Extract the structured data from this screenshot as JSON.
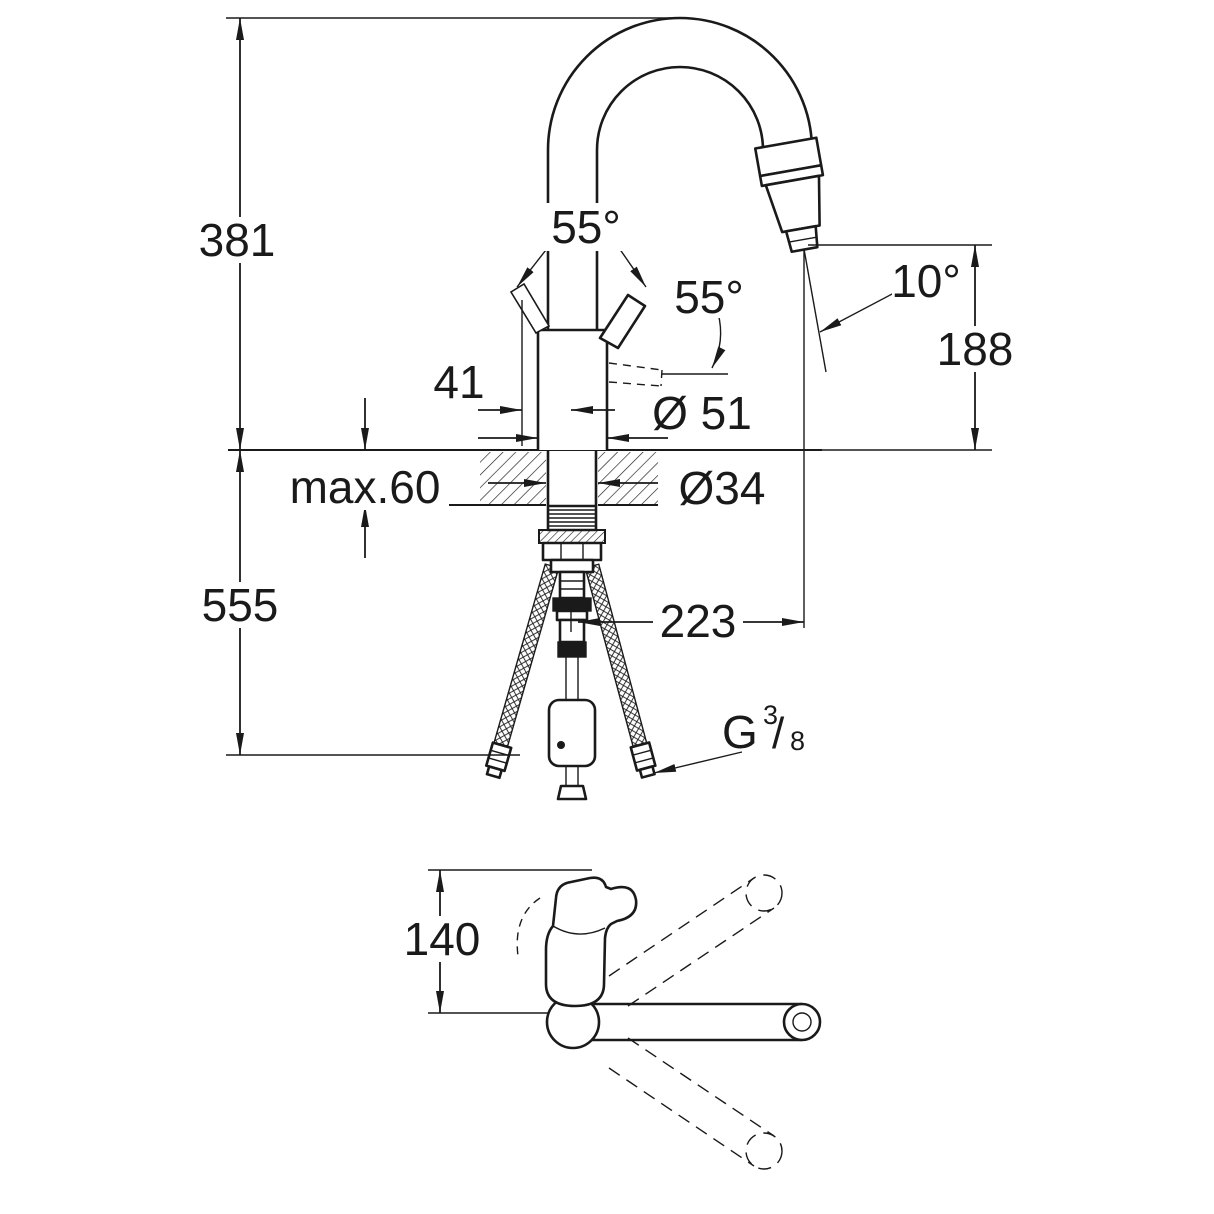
{
  "drawing": {
    "labels": {
      "height_total": "381",
      "height_below": "555",
      "counter_thickness": "max.60",
      "handle_offset": "41",
      "body_diameter": "Ø 51",
      "shank_diameter": "Ø34",
      "handle_angle_top": "55°",
      "handle_angle_side": "55°",
      "spray_angle": "10°",
      "outlet_height": "188",
      "spout_reach": "223",
      "thread_letter": "G",
      "thread_numerator": "3",
      "thread_slash": "/",
      "thread_denominator": "8",
      "top_view_depth": "140"
    },
    "colors": {
      "line": "#1a1a1a",
      "background": "#ffffff"
    }
  }
}
